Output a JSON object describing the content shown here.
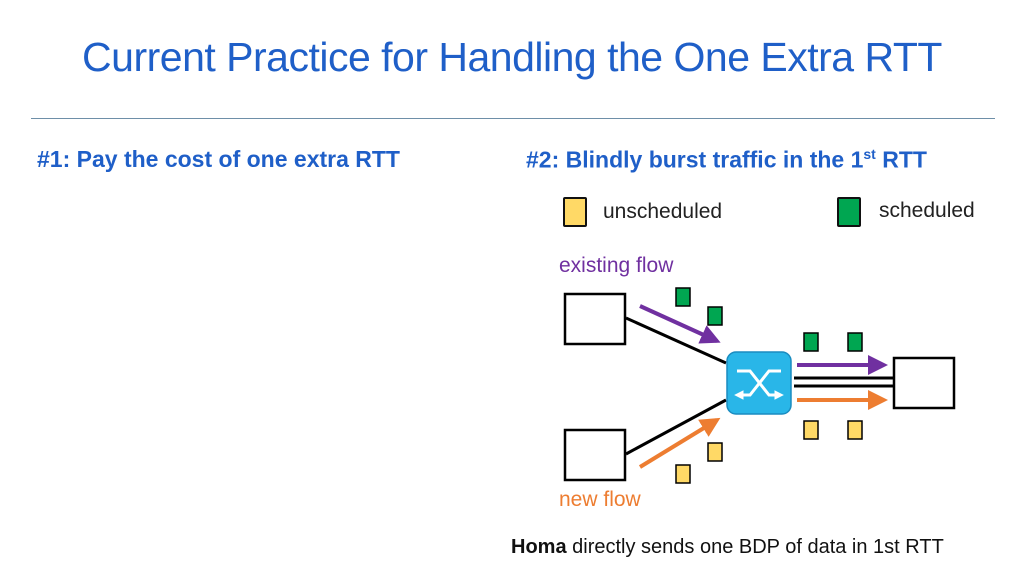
{
  "title": "Current Practice for Handling the One Extra RTT",
  "left_heading": "#1: Pay the cost of one extra RTT",
  "right_heading": {
    "prefix": "#2: Blindly burst traffic in the 1",
    "superscript": "st",
    "suffix": " RTT"
  },
  "legend": {
    "unscheduled": {
      "label": "unscheduled",
      "color": "#ffd966"
    },
    "scheduled": {
      "label": "scheduled",
      "color": "#00a651"
    }
  },
  "diagram": {
    "existing_flow_label": "existing flow",
    "new_flow_label": "new flow",
    "existing_flow_color": "#7030a0",
    "new_flow_color": "#ed7d31",
    "switch_color": "#29b6e8",
    "switch_icon": "network-switch-icon"
  },
  "footer": {
    "bold": "Homa",
    "rest": " directly sends one BDP of data in 1st RTT"
  }
}
